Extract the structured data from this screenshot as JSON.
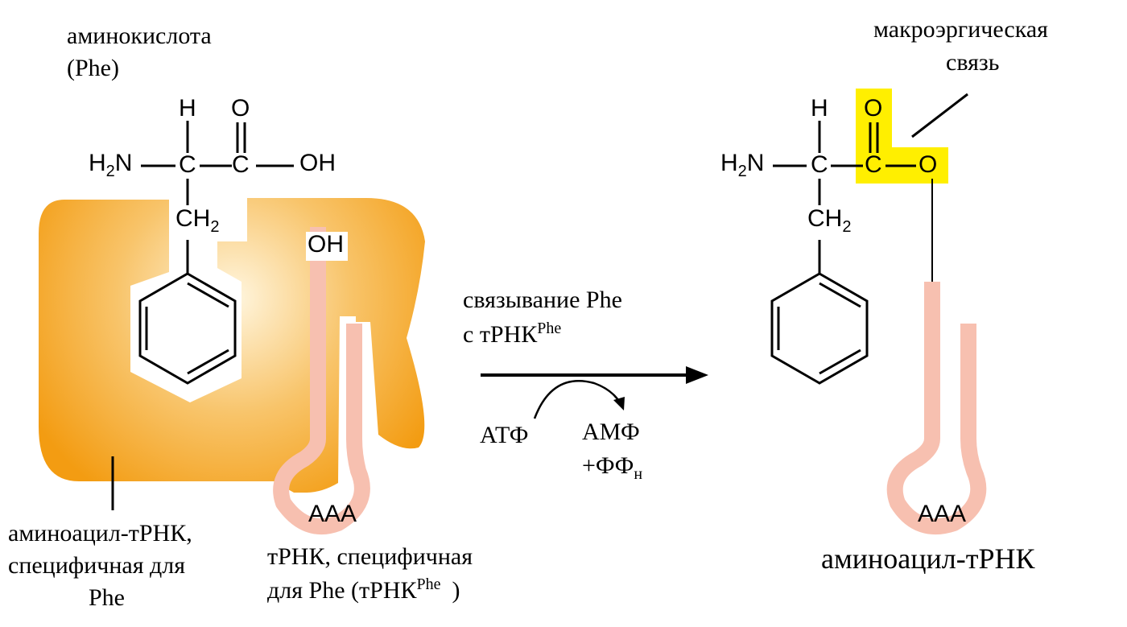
{
  "labels": {
    "amino_acid_line1": "аминокислота",
    "amino_acid_line2": "(Phe)",
    "enzyme_line1": "аминоацил-тРНК,",
    "enzyme_line2": "специфичная для",
    "enzyme_line3": "Phe",
    "trna_line1": "тРНК, специфичная",
    "trna_line2_prefix": "для Phe (тРНК",
    "trna_line2_sup": "Phe",
    "trna_line2_suffix": ")",
    "reaction_line1": "связывание Phe",
    "reaction_line2_prefix": "с тРНК",
    "reaction_line2_sup": "Phe",
    "atp": "АТФ",
    "amp": "АМФ",
    "ppi_prefix": "+ФФ",
    "ppi_sub": "н",
    "high_energy_line1": "макроэргическая",
    "high_energy_line2": "связь",
    "product": "аминоацил-тРНК"
  },
  "chem": {
    "H": "H",
    "O": "O",
    "C": "C",
    "N": "N",
    "OH": "OH",
    "sub2": "2",
    "anticodon": "AAA"
  },
  "colors": {
    "enzyme": "#f39c12",
    "enzyme_highlight": "#fff6df",
    "trna": "#f7c0b0",
    "highlight": "#ffef00",
    "ink": "#000000"
  }
}
